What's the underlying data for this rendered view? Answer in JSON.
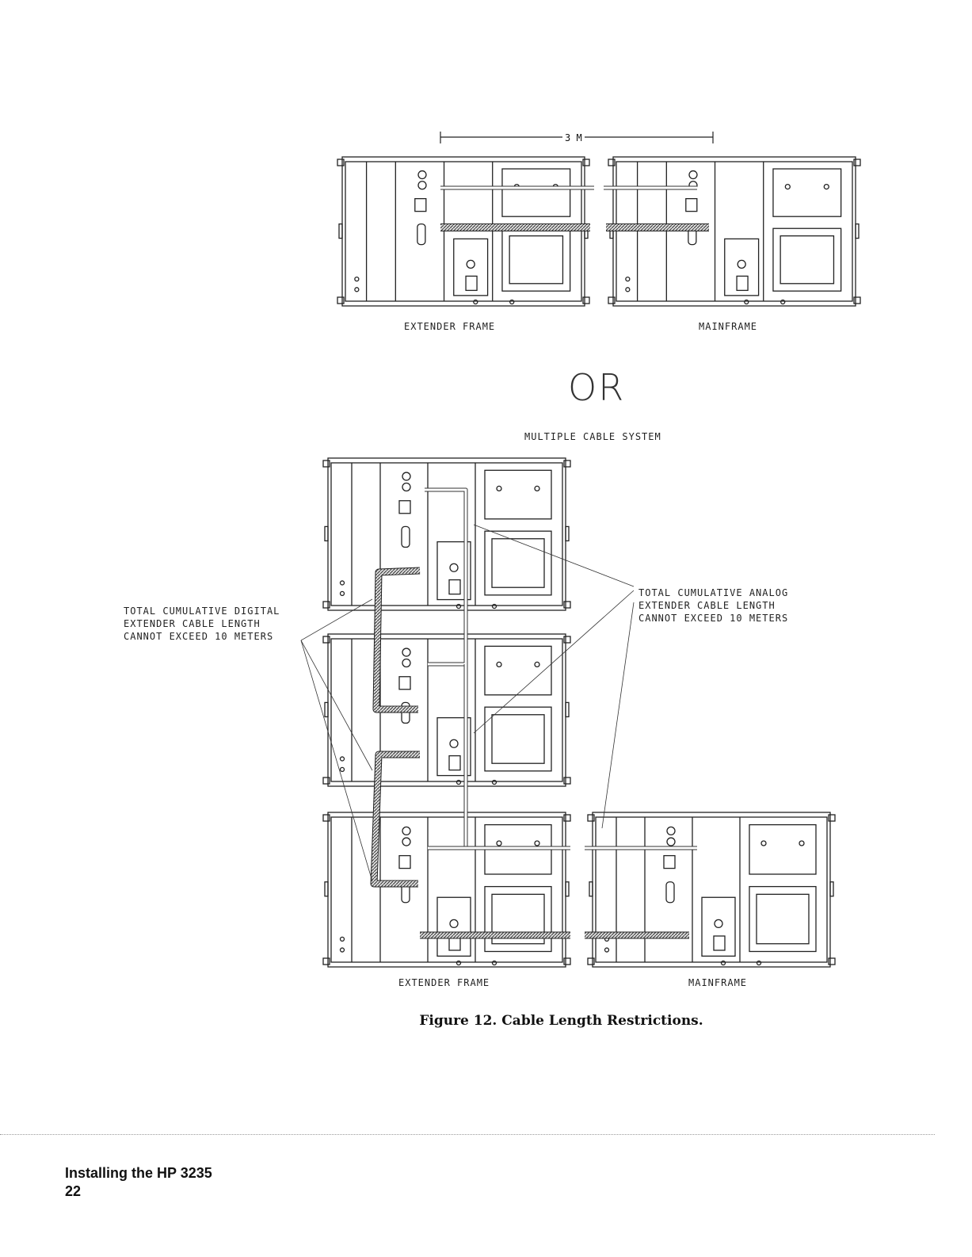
{
  "top_diagram": {
    "distance_label": "3 M",
    "extender_label": "EXTENDER FRAME",
    "mainframe_label": "MAINFRAME"
  },
  "or_text": "OR",
  "bottom_diagram": {
    "title": "MULTIPLE CABLE SYSTEM",
    "digital_note": [
      "TOTAL CUMULATIVE DIGITAL",
      "EXTENDER CABLE LENGTH",
      "CANNOT EXCEED 10 METERS"
    ],
    "analog_note": [
      "TOTAL CUMULATIVE ANALOG",
      "EXTENDER CABLE LENGTH",
      "CANNOT EXCEED 10 METERS"
    ],
    "extender_label": "EXTENDER FRAME",
    "mainframe_label": "MAINFRAME"
  },
  "caption": "Figure 12.  Cable Length Restrictions.",
  "footer": {
    "title": "Installing the HP 3235",
    "page": "22"
  }
}
